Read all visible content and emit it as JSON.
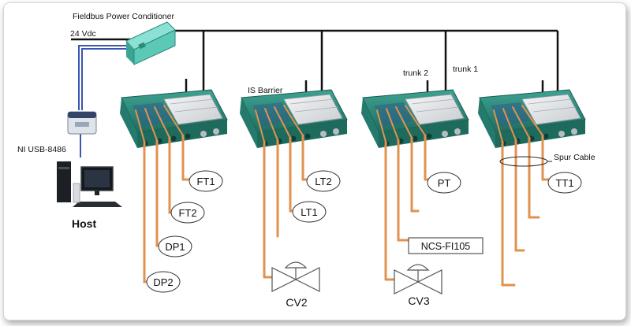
{
  "labels": {
    "power_conditioner": "Fieldbus Power Conditioner",
    "supply": "24 Vdc",
    "usb_module": "NI USB-8486",
    "host": "Host",
    "is_barrier": "IS Barrier",
    "trunk2": "trunk 2",
    "trunk1": "trunk 1",
    "spur_cable": "Spur Cable"
  },
  "instruments": {
    "ft1": "FT1",
    "ft2": "FT2",
    "dp1": "DP1",
    "dp2": "DP2",
    "lt2": "LT2",
    "lt1": "LT1",
    "pt": "PT",
    "tt1": "TT1",
    "ncs": "NCS-FI105"
  },
  "valves": {
    "cv2": "CV2",
    "cv3": "CV3"
  },
  "colors": {
    "box_body": "#2f8a7c",
    "box_lid": "#e6e8ea",
    "spur_cable": "#e0924f",
    "trunk": "#111111",
    "usb_cable": "#3a56b0",
    "conditioner": "#6fd6c6"
  }
}
